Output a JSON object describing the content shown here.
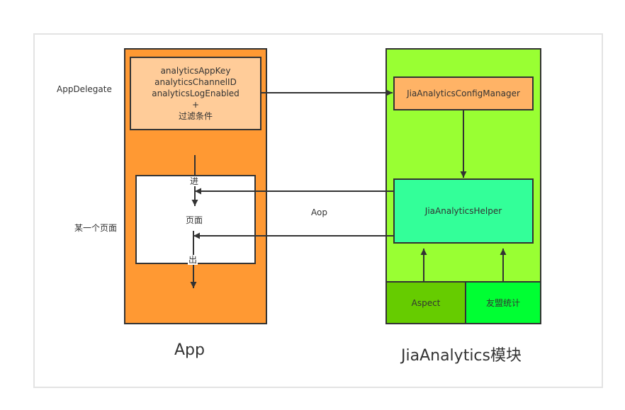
{
  "diagram": {
    "left_labels": {
      "app_delegate": "AppDelegate",
      "some_page": "某一个页面"
    },
    "app": {
      "title": "App",
      "config_lines": [
        "analyticsAppKey",
        "analyticsChannelID",
        "analyticsLogEnabled",
        "+",
        "过滤条件"
      ],
      "page_label": "页面",
      "enter_label": "进",
      "exit_label": "出"
    },
    "module": {
      "title": "JiaAnalytics模块",
      "config_manager": "JiaAnalyticsConfigManager",
      "helper": "JiaAnalyticsHelper",
      "aspect": "Aspect",
      "umeng": "友盟统计"
    },
    "connector_label": "Aop",
    "colors": {
      "app_bg": "#ff9933",
      "config_bg": "#ffcc99",
      "module_bg": "#99ff33",
      "manager_bg": "#ffb366",
      "helper_bg": "#33ff99",
      "aspect_bg": "#66cc00",
      "umeng_bg": "#00ff33",
      "stroke": "#333333"
    }
  }
}
